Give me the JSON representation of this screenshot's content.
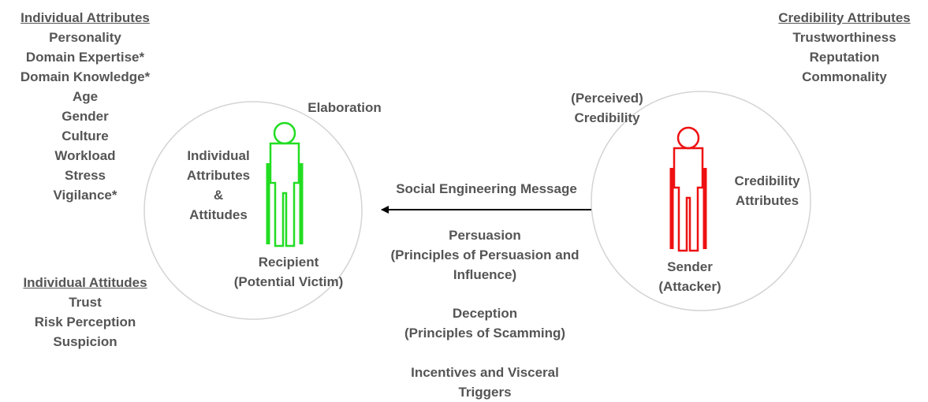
{
  "individual_attributes": {
    "title": "Individual Attributes",
    "items": [
      "Personality",
      "Domain Expertise*",
      "Domain Knowledge*",
      "Age",
      "Gender",
      "Culture",
      "Workload",
      "Stress",
      "Vigilance*"
    ]
  },
  "individual_attitudes": {
    "title": "Individual Attitudes",
    "items": [
      "Trust",
      "Risk Perception",
      "Suspicion"
    ]
  },
  "credibility_attributes": {
    "title": "Credibility Attributes",
    "items": [
      "Trustworthiness",
      "Reputation",
      "Commonality"
    ]
  },
  "recipient": {
    "elaboration": "Elaboration",
    "inner_label": [
      "Individual",
      "Attributes",
      "&",
      "Attitudes"
    ],
    "label": [
      "Recipient",
      "(Potential Victim)"
    ],
    "figure_color": "#22dd22"
  },
  "sender": {
    "perceived_credibility": [
      "(Perceived)",
      "Credibility"
    ],
    "inner_label": [
      "Credibility",
      "Attributes"
    ],
    "label": [
      "Sender",
      "(Attacker)"
    ],
    "figure_color": "#ee1111"
  },
  "message": {
    "label": "Social Engineering Message",
    "factors": [
      [
        "Persuasion",
        "(Principles of Persuasion and",
        "Influence)"
      ],
      [
        "Deception",
        "(Principles of Scamming)"
      ],
      [
        "Incentives and Visceral",
        "Triggers"
      ]
    ]
  }
}
